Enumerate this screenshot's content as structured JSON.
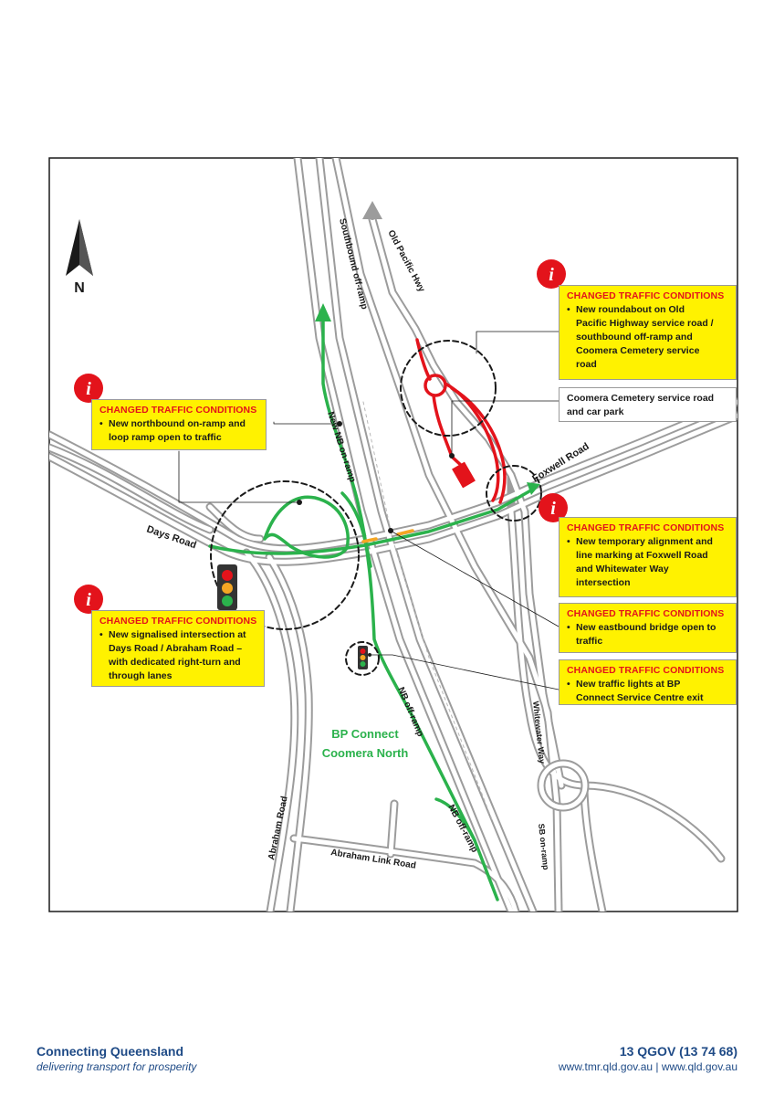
{
  "map": {
    "north_label": "N",
    "roads": {
      "southbound_off_ramp": "Southbound off-ramp",
      "old_pacific_hwy": "Old Pacific Hwy",
      "new_nb_on_ramp": "New NB on-ramp",
      "days_road": "Days Road",
      "foxwell_road": "Foxwell Road",
      "nb_off_ramp_1": "NB off-ramp",
      "nb_off_ramp_2": "NB off-ramp",
      "whitewater_way": "Whitewater Way",
      "sb_on_ramp": "SB on-ramp",
      "abraham_road": "Abraham Road",
      "abraham_link_road": "Abraham Link Road"
    },
    "place_label": {
      "line1": "BP Connect",
      "line2": "Coomera North"
    },
    "info_icon": "i"
  },
  "callouts": {
    "roundabout": {
      "title": "CHANGED TRAFFIC CONDITIONS",
      "lines": [
        "New roundabout on Old",
        "Pacific Highway service road /",
        "southbound off-ramp and",
        "Coomera Cemetery service",
        "road"
      ]
    },
    "cemetery": {
      "lines": [
        "Coomera Cemetery service road",
        "and car park"
      ]
    },
    "nb_on_ramp": {
      "title": "CHANGED TRAFFIC CONDITIONS",
      "lines": [
        "New northbound on-ramp and",
        "loop ramp open to traffic"
      ]
    },
    "foxwell": {
      "title": "CHANGED TRAFFIC CONDITIONS",
      "lines": [
        "New temporary alignment and",
        "line marking at Foxwell Road",
        "and Whitewater Way",
        "intersection"
      ]
    },
    "bridge": {
      "title": "CHANGED TRAFFIC CONDITIONS",
      "lines": [
        "New eastbound bridge open to",
        "traffic"
      ]
    },
    "signalised": {
      "title": "CHANGED TRAFFIC CONDITIONS",
      "lines": [
        "New signalised intersection at",
        "Days Road / Abraham Road –",
        "with dedicated right-turn and",
        "through lanes"
      ]
    },
    "bp_lights": {
      "title": "CHANGED TRAFFIC CONDITIONS",
      "lines": [
        "New traffic lights at BP",
        "Connect Service Centre exit"
      ]
    }
  },
  "footer": {
    "brand": "Connecting Queensland",
    "tagline": "delivering transport for prosperity",
    "phone": "13 QGOV (13 74 68)",
    "web": "www.tmr.qld.gov.au | www.qld.gov.au"
  },
  "colors": {
    "road": "#a6a6a6",
    "new_route": "#2bb24c",
    "changed": "#e3131b",
    "highlight": "#f5a623",
    "callout_bg": "#fff200",
    "info_red": "#e3131b",
    "footer_text": "#1e4a86"
  }
}
